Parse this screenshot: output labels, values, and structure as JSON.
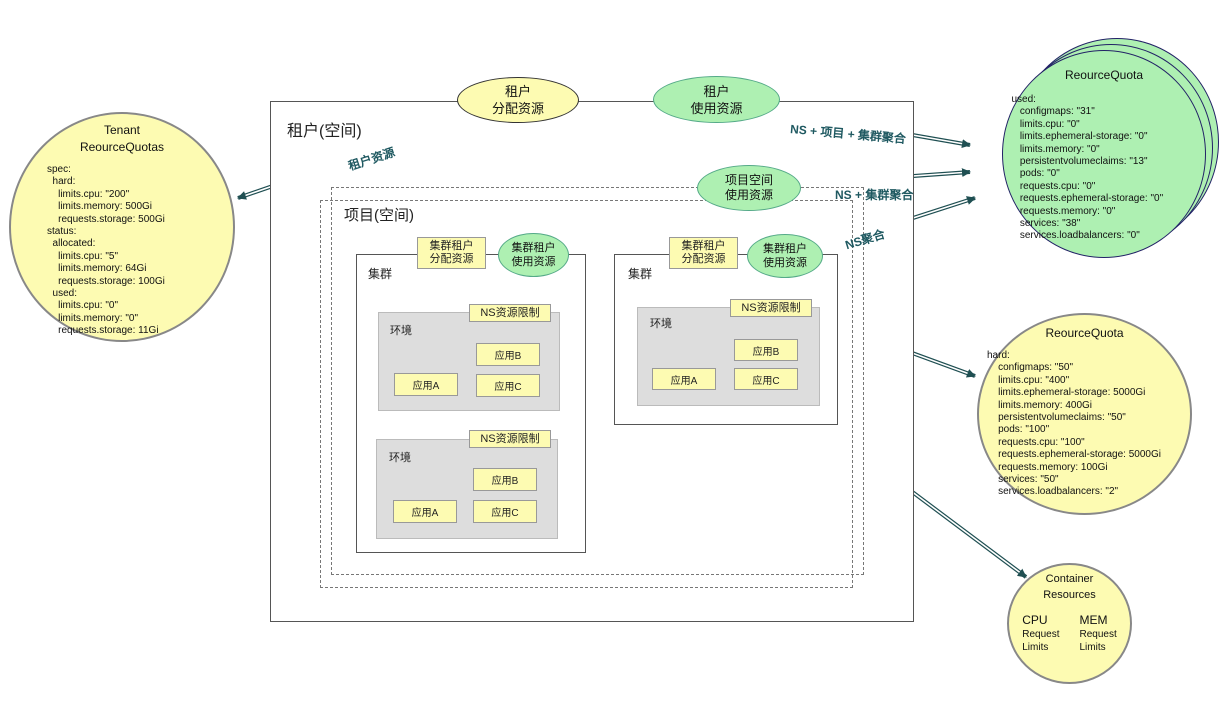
{
  "tenant_space": {
    "title": "租户(空间)"
  },
  "project_space": {
    "title": "项目(空间)"
  },
  "tenant_alloc": {
    "line1": "租户",
    "line2": "分配资源"
  },
  "tenant_use": {
    "line1": "租户",
    "line2": "使用资源"
  },
  "project_use": {
    "line1": "项目空间",
    "line2": "使用资源"
  },
  "cluster_alloc": {
    "line1": "集群租户",
    "line2": "分配资源"
  },
  "cluster_use": {
    "line1": "集群租户",
    "line2": "使用资源"
  },
  "cluster_label": "集群",
  "env_label": "环境",
  "ns_limit_label": "NS资源限制",
  "apps": {
    "a": "应用A",
    "b": "应用B",
    "c": "应用C"
  },
  "edge_labels": {
    "tenant_resource": "租户资源",
    "ns_project_cluster": "NS + 项目 + 集群聚合",
    "ns_cluster": "NS + 集群聚合",
    "ns": "NS聚合"
  },
  "tenant_quotas": {
    "title1": "Tenant",
    "title2": "ReourceQuotas",
    "body": "spec:\n  hard:\n    limits.cpu: \"200\"\n    limits.memory: 500Gi\n    requests.storage: 500Gi\nstatus:\n  allocated:\n    limits.cpu: \"5\"\n    limits.memory: 64Gi\n    requests.storage: 100Gi\n  used:\n    limits.cpu: \"0\"\n    limits.memory: \"0\"\n    requests.storage: 11Gi"
  },
  "quota_used": {
    "title": "ReourceQuota",
    "body": "used:\n   configmaps: \"31\"\n   limits.cpu: \"0\"\n   limits.ephemeral-storage: \"0\"\n   limits.memory: \"0\"\n   persistentvolumeclaims: \"13\"\n   pods: \"0\"\n   requests.cpu: \"0\"\n   requests.ephemeral-storage: \"0\"\n   requests.memory: \"0\"\n   services: \"38\"\n   services.loadbalancers: \"0\""
  },
  "quota_hard": {
    "title": "ReourceQuota",
    "body": "hard:\n    configmaps: \"50\"\n    limits.cpu: \"400\"\n    limits.ephemeral-storage: 5000Gi\n    limits.memory: 400Gi\n    persistentvolumeclaims: \"50\"\n    pods: \"100\"\n    requests.cpu: \"100\"\n    requests.ephemeral-storage: 5000Gi\n    requests.memory: 100Gi\n    services: \"50\"\n    services.loadbalancers: \"2\""
  },
  "container_resources": {
    "title1": "Container",
    "title2": "Resources",
    "cpu": {
      "title": "CPU",
      "line1": "Request",
      "line2": "Limits"
    },
    "mem": {
      "title": "MEM",
      "line1": "Request",
      "line2": "Limits"
    }
  },
  "colors": {
    "yellow_fill": "#fdfbb2",
    "green_fill": "#aef0b2",
    "yellow_edge": "#f2ef5a",
    "green_edge": "#5fe49a",
    "dark_edge": "#1f4f52"
  }
}
